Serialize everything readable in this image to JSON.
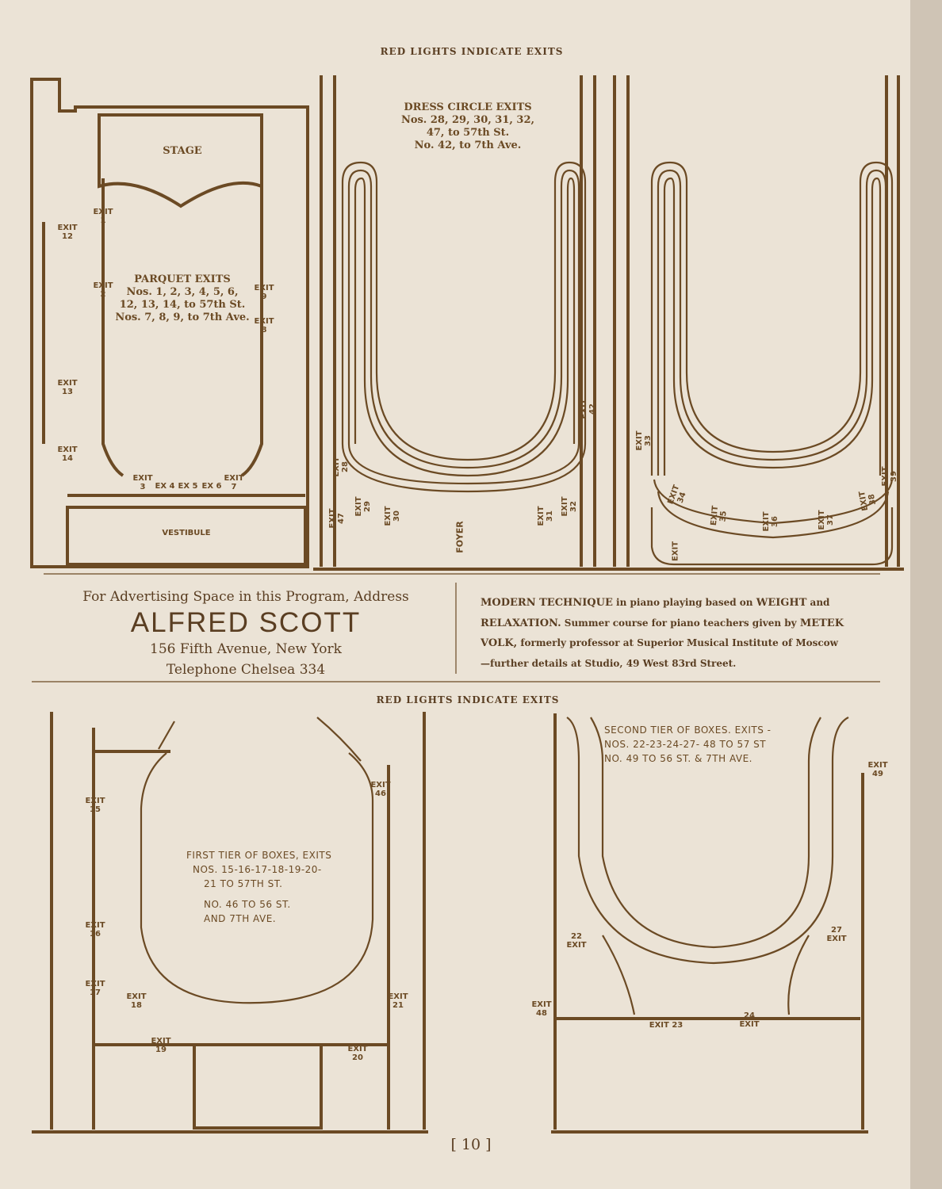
{
  "header_top": "RED LIGHTS INDICATE EXITS",
  "header_middle": "RED LIGHTS INDICATE EXITS",
  "page_number": "[ 10 ]",
  "parquet": {
    "stage": "STAGE",
    "vestibule": "VESTIBULE",
    "title": "PARQUET EXITS",
    "line1": "Nos. 1, 2, 3, 4, 5, 6,",
    "line2": "12, 13, 14, to 57th St.",
    "line3": "Nos. 7, 8, 9, to 7th Ave.",
    "exits": [
      "EXIT 1",
      "EXIT 2",
      "EXIT 3",
      "EX 4",
      "EX 5",
      "EX 6",
      "EXIT 7",
      "EXIT 8",
      "EXIT 9",
      "EXIT 12",
      "EXIT 13",
      "EXIT 14"
    ]
  },
  "dress_circle": {
    "title": "DRESS CIRCLE EXITS",
    "line1": "Nos. 28, 29, 30, 31, 32,",
    "line2": "47, to 57th St.",
    "line3": "No. 42, to 7th Ave.",
    "foyer": "FOYER",
    "exits": [
      "EXIT 28",
      "EXIT 29",
      "EXIT 30",
      "EXIT 31",
      "EXIT 32",
      "EXIT 42",
      "EXIT 47"
    ]
  },
  "balcony": {
    "exits": [
      "EXIT 33",
      "EXIT 34",
      "EXIT 35",
      "EXIT 36",
      "EXIT 37",
      "EXIT 38",
      "EXIT 39",
      "EXIT"
    ]
  },
  "ad_left": {
    "line1": "For Advertising Space in this Program, Address",
    "name": "ALFRED SCOTT",
    "address": "156 Fifth Avenue, New York",
    "phone": "Telephone Chelsea 334"
  },
  "ad_right": {
    "l1a": "MODERN TECHNIQUE",
    "l1b": " in piano playing based on ",
    "l1c": "WEIGHT",
    "l1d": " and",
    "l2a": "RELAXATION.",
    "l2b": " Summer course for piano teachers given by ",
    "l2c": "METEK",
    "l3a": "VOLK,",
    "l3b": " formerly professor at Superior Musical Institute of Moscow",
    "l4": "—further details at Studio, 49 West 83rd Street."
  },
  "first_tier": {
    "line1": "FIRST TIER OF BOXES, EXITS",
    "line2": "NOS. 15-16-17-18-19-20-",
    "line3": "21 TO 57TH ST.",
    "line4": "NO. 46 TO 56 ST.",
    "line5": "AND 7TH AVE.",
    "exits": [
      "EXIT 15",
      "EXIT 16",
      "EXIT 17",
      "EXIT 18",
      "EXIT 19",
      "EXIT 20",
      "EXIT 21",
      "EXIT 46"
    ]
  },
  "second_tier": {
    "line1": "SECOND TIER OF BOXES. EXITS -",
    "line2": "NOS. 22-23-24-27- 48 TO 57 ST",
    "line3": "NO. 49 TO 56 ST. & 7TH AVE.",
    "exits": [
      "22 EXIT",
      "EXIT 23",
      "24 EXIT",
      "27 EXIT",
      "EXIT 48",
      "EXIT 49"
    ]
  }
}
